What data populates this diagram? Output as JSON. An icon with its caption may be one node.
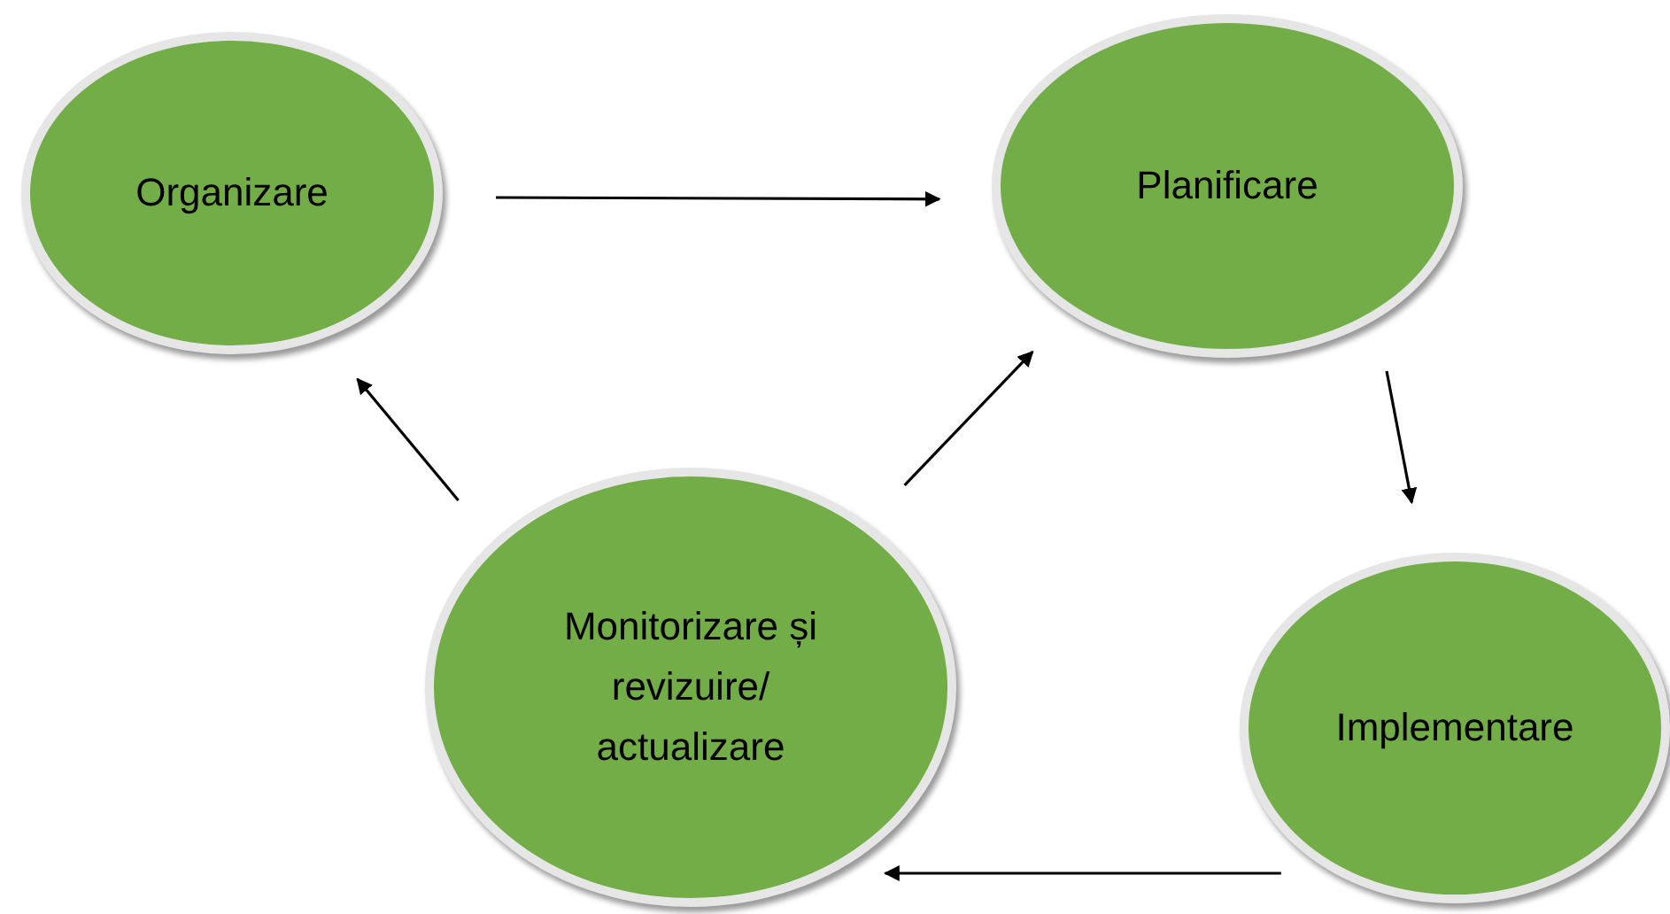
{
  "diagram": {
    "nodes": [
      {
        "text": [
          "Organizare"
        ]
      },
      {
        "text": [
          "Planificare"
        ]
      },
      {
        "text": [
          "Monitorizare și revizuire/ actualizare"
        ]
      },
      {
        "text": [
          "Implementare"
        ]
      }
    ],
    "edges": [
      {
        "from": 0,
        "to": 1,
        "arrow": "to"
      },
      {
        "from": 1,
        "to": 3,
        "arrow": "to"
      },
      {
        "from": 3,
        "to": 2,
        "arrow": "to"
      },
      {
        "from": 2,
        "to": 1,
        "arrow": "to"
      },
      {
        "from": 2,
        "to": 0,
        "arrow": "to"
      }
    ]
  }
}
